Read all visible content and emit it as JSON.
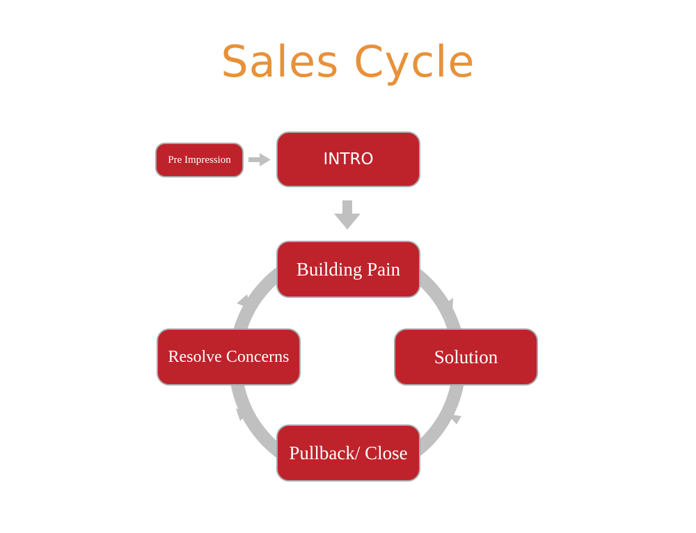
{
  "title": "Sales Cycle",
  "nodes": {
    "pre_impression": "Pre Impression",
    "intro": "INTRO",
    "building_pain": "Building Pain",
    "solution": "Solution",
    "pullback_close": "Pullback/ Close",
    "resolve_concerns": "Resolve Concerns"
  },
  "colors": {
    "title": "#e8913a",
    "node_fill": "#be222b",
    "connector": "#c0c0c0"
  }
}
